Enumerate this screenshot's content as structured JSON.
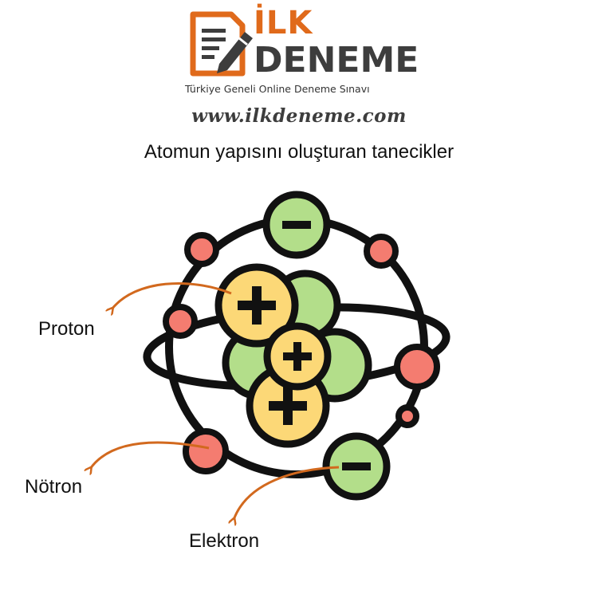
{
  "brand": {
    "name_line1": "İLK",
    "name_line2": "DENEME",
    "tagline": "Türkiye Geneli Online Deneme Sınavı",
    "website": "www.ilkdeneme.com"
  },
  "title": "Atomun yapısını oluşturan tanecikler",
  "labels": {
    "proton": "Proton",
    "notron": "Nötron",
    "elektron": "Elektron"
  },
  "colors": {
    "brand_orange": "#e06a1b",
    "brand_dark": "#3d3d3d",
    "proton_fill": "#fcd877",
    "neutron_fill": "#f47c70",
    "electron_fill": "#b3de8a",
    "outline": "#111111",
    "arrow": "#d2691e"
  }
}
